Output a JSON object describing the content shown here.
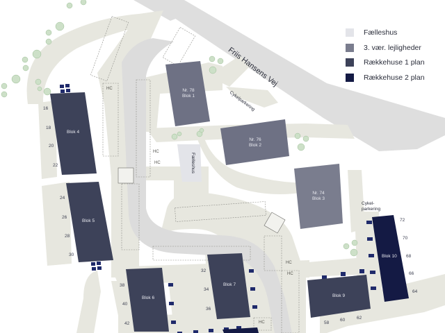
{
  "legend": {
    "items": [
      {
        "label": "Fælleshus",
        "color": "#e3e4e9"
      },
      {
        "label": "3. vær. lejligheder",
        "color": "#7a7d8e"
      },
      {
        "label": "Rækkehuse 1 plan",
        "color": "#3d4259"
      },
      {
        "label": "Rækkehuse 2 plan",
        "color": "#141a44"
      }
    ]
  },
  "colors": {
    "path": "#e6e6de",
    "road": "#dcdcdc",
    "apartments": "#6e7184",
    "rowhouse_1": "#3d4259",
    "rowhouse_2": "#141a44",
    "common_house": "#e3e4e9",
    "tree": "#c8dcc4",
    "solar": "#1f2a6b"
  },
  "road": {
    "name": "Friis Hansens Vej"
  },
  "buildings": {
    "blok1": {
      "line1": "Nr. 78",
      "line2": "Blok 1"
    },
    "blok2": {
      "line1": "Nr. 76",
      "line2": "Blok 2"
    },
    "blok3": {
      "line1": "Nr. 74",
      "line2": "Blok 3"
    },
    "blok4": {
      "label": "Blok 4",
      "numbers": [
        "16",
        "18",
        "20",
        "22"
      ]
    },
    "blok5": {
      "label": "Blok 5",
      "numbers": [
        "24",
        "26",
        "28",
        "30"
      ]
    },
    "blok6": {
      "label": "Blok 6",
      "numbers": [
        "38",
        "40",
        "42"
      ]
    },
    "blok7": {
      "label": "Blok 7",
      "numbers": [
        "32",
        "34",
        "36"
      ]
    },
    "blok9": {
      "label": "Blok 9",
      "numbers": [
        "58",
        "60",
        "62"
      ]
    },
    "blok10": {
      "label": "Blok 10",
      "numbers": [
        "72",
        "70",
        "68",
        "66",
        "64"
      ]
    },
    "faelleshus": {
      "label": "Fælleshus"
    }
  },
  "bike_parking": {
    "north": "Cykelparkering",
    "east_line1": "Cykel-",
    "east_line2": "parkering"
  },
  "parking": {
    "hc_label": "HC"
  }
}
